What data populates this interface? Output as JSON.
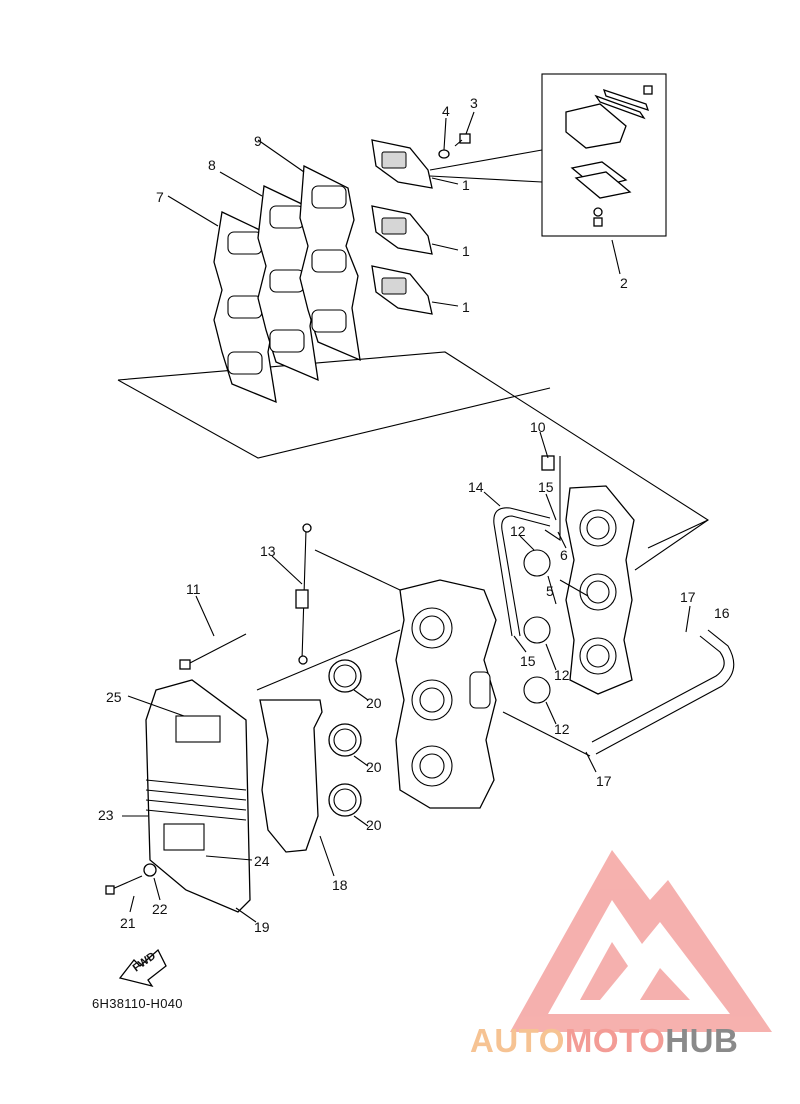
{
  "diagram": {
    "drawing_code": "6H38110-H040",
    "fwd_label": "FWD",
    "callouts": [
      "1",
      "1",
      "1",
      "2",
      "3",
      "4",
      "5",
      "6",
      "7",
      "8",
      "9",
      "10",
      "11",
      "12",
      "12",
      "12",
      "13",
      "14",
      "15",
      "15",
      "16",
      "17",
      "17",
      "18",
      "19",
      "20",
      "20",
      "20",
      "21",
      "22",
      "23",
      "24",
      "25"
    ]
  },
  "watermark": {
    "brand_part1": "AUTO",
    "brand_part2": "MOTO",
    "brand_part3": "HUB",
    "colors": {
      "auto": "#f6c393",
      "moto": "#f39c96",
      "hub": "#8a8a8a",
      "logo": "#f4a3a0"
    }
  }
}
